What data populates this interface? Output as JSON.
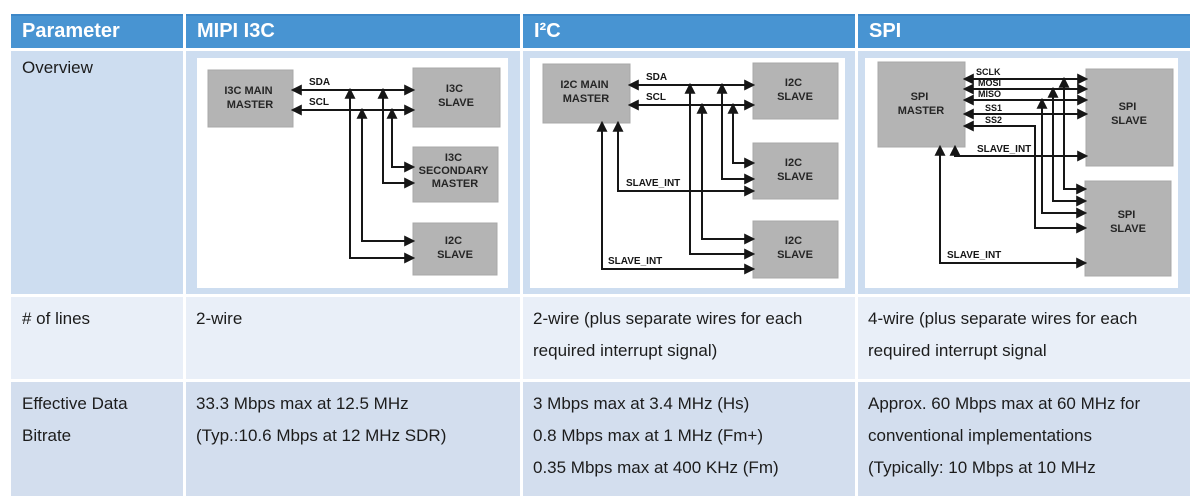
{
  "colors": {
    "header_bg": "#4894d2",
    "header_top_border": "#3d87c7",
    "row_overview_bg": "#cdddf0",
    "row_lines_bg": "#e9eff8",
    "row_bitrate_bg": "#d3deee",
    "diagram_box_gray": "#b4b4b4",
    "wire_black": "#161616"
  },
  "header": {
    "parameter": "Parameter",
    "mipi": "MIPI I3C",
    "i2c": "I²C",
    "spi": "SPI"
  },
  "rows": {
    "overview": {
      "label": "Overview"
    },
    "lines": {
      "label": "# of lines",
      "mipi": "2-wire",
      "i2c": "2-wire (plus separate wires for each required interrupt signal)",
      "spi": "4-wire (plus separate wires for each required interrupt signal"
    },
    "bitrate": {
      "label": "Effective Data Bitrate",
      "mipi": [
        "33.3 Mbps max at 12.5 MHz",
        "(Typ.:10.6 Mbps at 12 MHz SDR)"
      ],
      "i2c": [
        "3 Mbps max at 3.4 MHz (Hs)",
        "0.8 Mbps max at 1 MHz (Fm+)",
        "0.35 Mbps max at 400 KHz (Fm)"
      ],
      "spi": [
        "Approx. 60 Mbps max at 60 MHz for",
        "conventional implementations",
        "(Typically: 10 Mbps at 10 MHz"
      ]
    }
  },
  "diagrams": {
    "i3c": {
      "master": [
        "I3C MAIN",
        "MASTER"
      ],
      "slave": [
        "I3C",
        "SLAVE"
      ],
      "secondary_master": [
        "I3C",
        "SECONDARY",
        "MASTER"
      ],
      "i2c_slave": [
        "I2C",
        "SLAVE"
      ],
      "sda": "SDA",
      "scl": "SCL"
    },
    "i2c": {
      "master": [
        "I2C MAIN",
        "MASTER"
      ],
      "slave": [
        "I2C",
        "SLAVE"
      ],
      "sda": "SDA",
      "scl": "SCL",
      "slave_int": "SLAVE_INT"
    },
    "spi": {
      "master": [
        "SPI",
        "MASTER"
      ],
      "slave": [
        "SPI",
        "SLAVE"
      ],
      "sclk": "SCLK",
      "mosi": "MOSI",
      "miso": "MISO",
      "ss1": "SS1",
      "ss2": "SS2",
      "slave_int": "SLAVE_INT"
    }
  }
}
